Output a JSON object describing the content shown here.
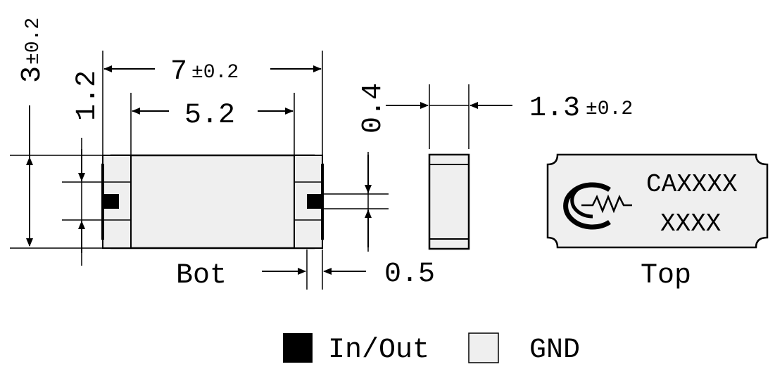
{
  "dims": {
    "height_main": "3",
    "height_tol": "±0.2",
    "height_pad": "1.2",
    "width_main": "7",
    "width_tol": "±0.2",
    "width_inner": "5.2",
    "pin_height": "0.4",
    "side_main": "1.3",
    "side_tol": "±0.2",
    "pin_width": "0.5"
  },
  "labels": {
    "bottom_view": "Bot",
    "top_view": "Top"
  },
  "marking": {
    "line1": "CAXXXX",
    "line2": "XXXX",
    "logo": "company-logo"
  },
  "legend": {
    "in_out": "In/Out",
    "gnd": "GND"
  },
  "colors": {
    "pad_fill": "#efefef",
    "pin_fill": "#000000"
  }
}
